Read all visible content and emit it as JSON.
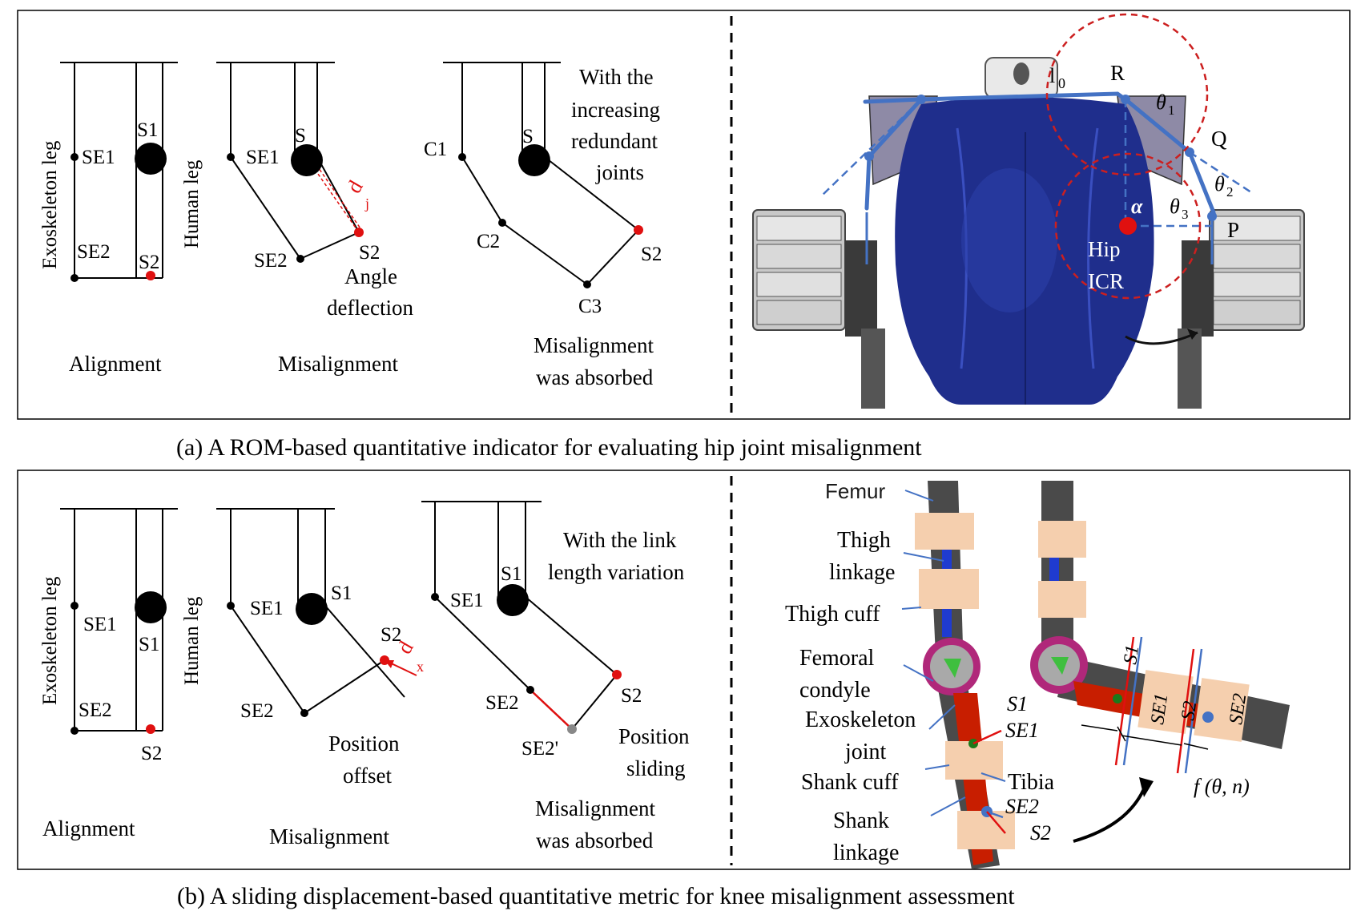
{
  "panel_a": {
    "caption": "(a) A ROM-based quantitative indicator for evaluating hip joint misalignment",
    "alignment": {
      "title": "Alignment",
      "exo_leg": "Exoskeleton leg",
      "human_leg": "Human leg",
      "se1": "SE1",
      "se2": "SE2",
      "s1": "S1",
      "s2": "S2"
    },
    "misalignment": {
      "title": "Misalignment",
      "se1": "SE1",
      "se2": "SE2",
      "s1": "S",
      "s2": "S2",
      "dj": "d",
      "dj_sub": "j",
      "angle": "Angle",
      "deflection": "deflection"
    },
    "absorbed": {
      "title_1": "Misalignment",
      "title_2": "was absorbed",
      "c1": "C1",
      "c2": "C2",
      "c3": "C3",
      "s1": "S",
      "s2": "S2",
      "note_1": "With the",
      "note_2": "increasing",
      "note_3": "redundant",
      "note_4": "joints"
    },
    "photo": {
      "l0": "l",
      "l0_sub": "0",
      "r": "R",
      "q": "Q",
      "p": "P",
      "theta1": "θ",
      "theta1_sub": "1",
      "theta2": "θ",
      "theta2_sub": "2",
      "theta3": "θ",
      "theta3_sub": "3",
      "alpha": "α",
      "hip": "Hip",
      "icr": "ICR"
    }
  },
  "panel_b": {
    "caption": "(b) A sliding displacement-based quantitative metric for knee misalignment assessment",
    "alignment": {
      "title": "Alignment",
      "exo_leg": "Exoskeleton leg",
      "human_leg": "Human leg",
      "se1": "SE1",
      "se2": "SE2",
      "s1": "S1",
      "s2": "S2"
    },
    "misalignment": {
      "title": "Misalignment",
      "se1": "SE1",
      "se2": "SE2",
      "s1": "S1",
      "s2": "S2",
      "dx": "d",
      "dx_sub": "x",
      "pos_1": "Position",
      "pos_2": "offset"
    },
    "absorbed": {
      "title_1": "Misalignment",
      "title_2": "was absorbed",
      "se1": "SE1",
      "se2": "SE2",
      "se2p": "SE2'",
      "s1": "S1",
      "s2": "S2",
      "note_1": "With the link",
      "note_2": "length variation",
      "slide_1": "Position",
      "slide_2": "sliding"
    },
    "knee": {
      "femur": "Femur",
      "thigh_linkage_1": "Thigh",
      "thigh_linkage_2": "linkage",
      "thigh_cuff": "Thigh cuff",
      "femoral_1": "Femoral",
      "femoral_2": "condyle",
      "exo_joint_1": "Exoskeleton",
      "exo_joint_2": "joint",
      "shank_cuff": "Shank cuff",
      "tibia": "Tibia",
      "shank_linkage_1": "Shank",
      "shank_linkage_2": "linkage",
      "s1": "S1",
      "se1": "SE1",
      "se2": "SE2",
      "s2": "S2",
      "r_s1": "S1",
      "r_se1": "SE1",
      "r_s2": "S2",
      "r_se2": "SE2",
      "f": "f (θ, n)"
    }
  },
  "colors": {
    "red": "#e01010",
    "blue": "#4472c4",
    "robot_blue": "#1f2e8c",
    "skin": "#f5cfae",
    "bone": "#4a4a4a"
  }
}
